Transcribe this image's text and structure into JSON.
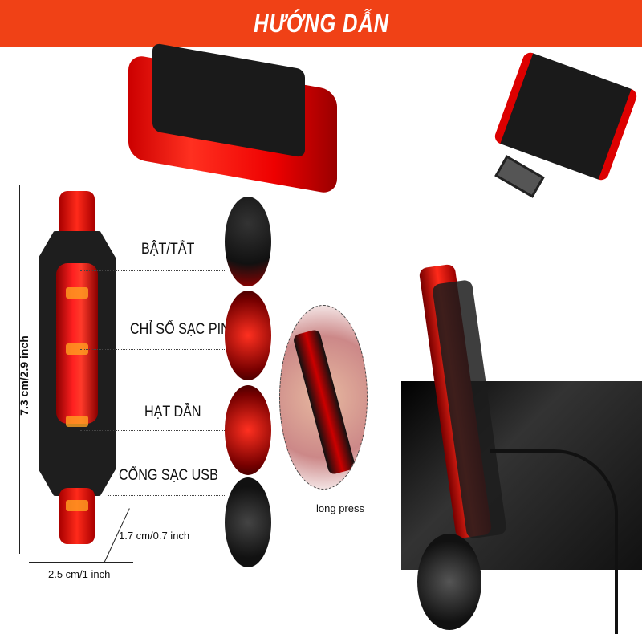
{
  "header": {
    "title": "HƯỚNG DẪN"
  },
  "labels": {
    "power": "BẬT/TẮT",
    "battery": "CHỈ SỐ SẠC PIN",
    "led": "HẠT DẪN",
    "usb": "CỔNG SẠC USB"
  },
  "dimensions": {
    "height": "7.3 cm/2.9 inch",
    "width": "2.5 cm/1 inch",
    "depth": "1.7 cm/0.7 inch"
  },
  "caption": {
    "long_press": "long press"
  },
  "colors": {
    "banner": "#f04116",
    "light": "#ff2020"
  }
}
